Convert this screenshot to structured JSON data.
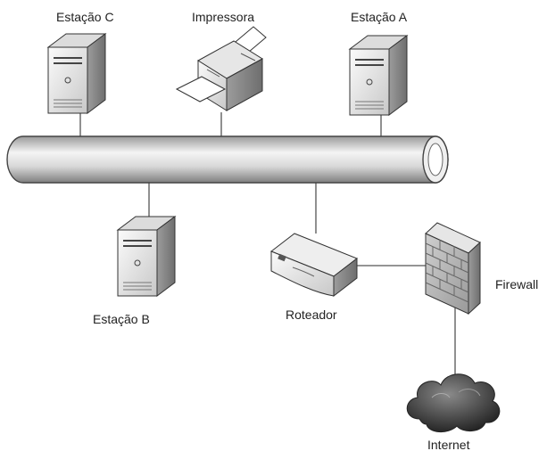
{
  "diagram": {
    "labels": {
      "station_c": "Estação C",
      "printer": "Impressora",
      "station_a": "Estação A",
      "station_b": "Estação B",
      "router": "Roteador",
      "firewall": "Firewall",
      "internet": "Internet"
    },
    "icons": {
      "station_c": "server-tower-icon",
      "printer": "printer-icon",
      "station_a": "server-tower-icon",
      "station_b": "server-tower-icon",
      "router": "router-icon",
      "firewall": "brick-firewall-icon",
      "internet": "cloud-icon"
    },
    "colors": {
      "line": "#555555",
      "bus_light": "#f2f2f2",
      "bus_dark": "#8a8a8a",
      "device_light": "#f4f4f4",
      "device_dark": "#9a9a9a",
      "cloud_dark": "#3a3a3a"
    }
  }
}
